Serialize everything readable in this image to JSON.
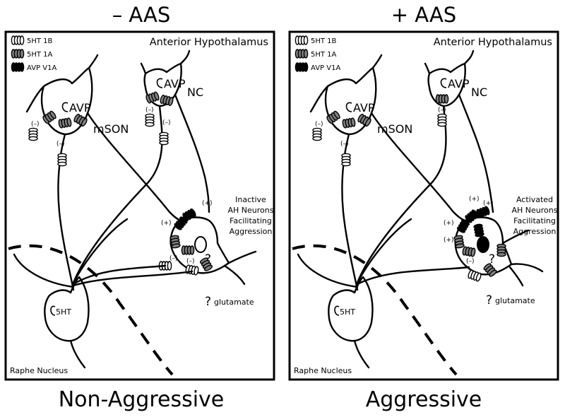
{
  "panels": [
    {
      "heading": "– AAS",
      "outcome": "Non-Aggressive",
      "region_top": "Anterior Hypothalamus",
      "region_bottom": "Raphe Nucleus",
      "cells": {
        "mson": "mSON",
        "nc": "NC",
        "avp": "AVP",
        "ht": "5HT"
      },
      "target_label": [
        "Inactive",
        "AH Neurons",
        "Facilitating",
        "Aggression"
      ],
      "glutamate": "glutamate",
      "question": "?"
    },
    {
      "heading": "+ AAS",
      "outcome": "Aggressive",
      "region_top": "Anterior Hypothalamus",
      "region_bottom": "Raphe Nucleus",
      "cells": {
        "mson": "mSON",
        "nc": "NC",
        "avp": "AVP",
        "ht": "5HT"
      },
      "target_label": [
        "Activated",
        "AH Neurons",
        "Facilitating",
        "Aggression"
      ],
      "glutamate": "glutamate",
      "question": "?"
    }
  ],
  "legend": [
    {
      "label": "5HT 1B",
      "style": "open-coil"
    },
    {
      "label": "5HT 1A",
      "style": "gray-coil"
    },
    {
      "label": "AVP V1A",
      "style": "black-coil"
    }
  ],
  "signs": {
    "minus": "(–)",
    "plus": "(+)"
  },
  "colors": {
    "ink": "#000000",
    "receptor_1a": "#808080",
    "receptor_1b": "#ffffff",
    "receptor_v1a": "#000000",
    "background": "#ffffff"
  }
}
